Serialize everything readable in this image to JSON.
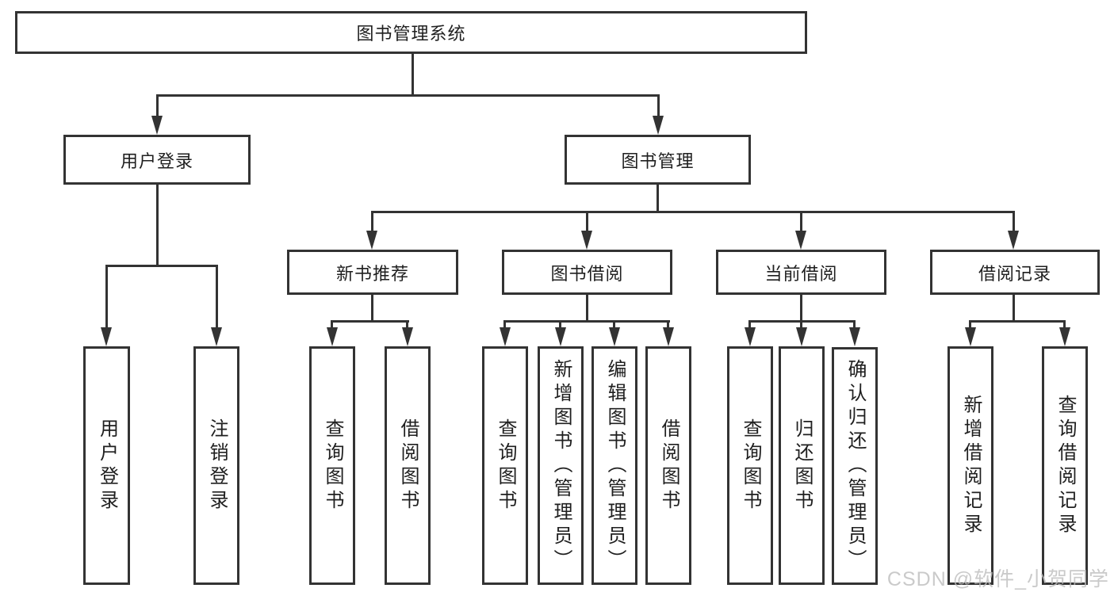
{
  "nodes": {
    "root": "图书管理系统",
    "user_login": "用户登录",
    "book_mgmt": "图书管理",
    "new_book_rec": "新书推荐",
    "book_borrow": "图书借阅",
    "current_borrow": "当前借阅",
    "borrow_record": "借阅记录",
    "ul_login": "用户登录",
    "ul_logout": "注销登录",
    "nb_query_book": "查询图书",
    "nb_borrow_book": "借阅图书",
    "bb_query_book": "查询图书",
    "bb_add_book": "新增图书（管理员）",
    "bb_edit_book": "编辑图书（管理员）",
    "bb_borrow_book": "借阅图书",
    "cb_query_book": "查询图书",
    "cb_return_book": "归还图书",
    "cb_confirm_return": "确认归还（管理员）",
    "br_add_record": "新增借阅记录",
    "br_query_record": "查询借阅记录"
  },
  "watermark": "CSDN @软件_小贺同学",
  "colors": {
    "line": "#333333",
    "text": "#1f1f1f",
    "background": "#ffffff",
    "watermark": "#bdbdbd"
  }
}
